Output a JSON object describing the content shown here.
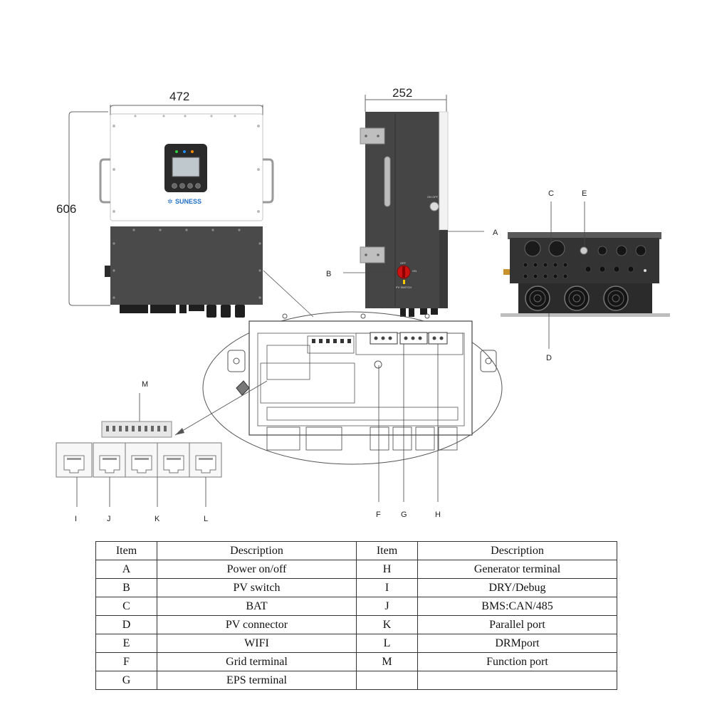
{
  "dimensions": {
    "width": "472",
    "height": "606",
    "depth": "252"
  },
  "brand": "SUNESS",
  "switch_text": {
    "on_off": "ON OFF",
    "off": "OFF",
    "on": "ON",
    "pv": "PV SWITCH"
  },
  "callouts": {
    "A": "A",
    "B": "B",
    "C": "C",
    "D": "D",
    "E": "E",
    "F": "F",
    "G": "G",
    "H": "H",
    "I": "I",
    "J": "J",
    "K": "K",
    "L": "L",
    "M": "M"
  },
  "colors": {
    "body_light": "#ffffff",
    "body_dark": "#4a4a4a",
    "switch_red": "#cc1111",
    "leds": [
      "#2ecc40",
      "#1e90ff",
      "#ff8c00"
    ]
  },
  "table": {
    "headers": [
      "Item",
      "Description",
      "Item",
      "Description"
    ],
    "rows": [
      {
        "item1": "A",
        "desc1": "Power on/off",
        "item2": "H",
        "desc2": "Generator terminal"
      },
      {
        "item1": "B",
        "desc1": "PV switch",
        "item2": "I",
        "desc2": "DRY/Debug"
      },
      {
        "item1": "C",
        "desc1": "BAT",
        "item2": "J",
        "desc2": "BMS:CAN/485"
      },
      {
        "item1": "D",
        "desc1": "PV connector",
        "item2": "K",
        "desc2": "Parallel port"
      },
      {
        "item1": "E",
        "desc1": "WIFI",
        "item2": "L",
        "desc2": "DRMport"
      },
      {
        "item1": "F",
        "desc1": "Grid terminal",
        "item2": "M",
        "desc2": "Function port"
      },
      {
        "item1": "G",
        "desc1": "EPS terminal",
        "item2": "",
        "desc2": ""
      }
    ]
  }
}
